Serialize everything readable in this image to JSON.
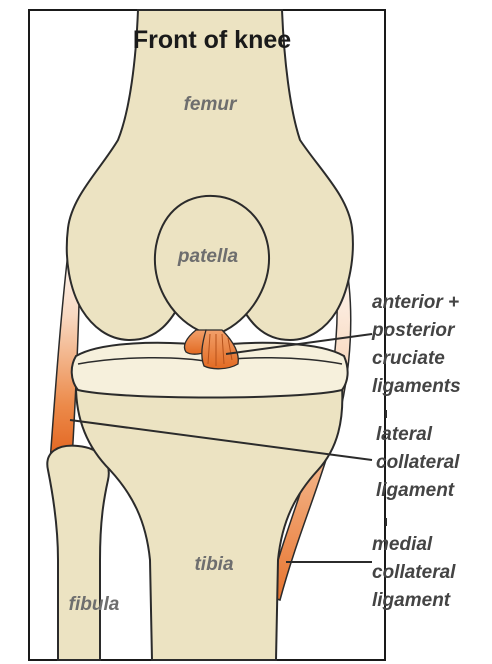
{
  "title": "Front of knee",
  "labels": {
    "femur": "femur",
    "patella": "patella",
    "tibia": "tibia",
    "fibula": "fibula"
  },
  "callouts": {
    "cruciate": [
      "anterior +",
      "posterior",
      "cruciate",
      "ligaments"
    ],
    "lateral": [
      "lateral",
      "collateral",
      "ligament"
    ],
    "medial": [
      "medial",
      "collateral",
      "ligament"
    ]
  },
  "colors": {
    "bone": "#ece3c2",
    "bone_outline": "#2b2b2b",
    "ligament": "#e8742e",
    "ligament_light": "#f6c9a6",
    "frame": "#1a1a1a"
  }
}
